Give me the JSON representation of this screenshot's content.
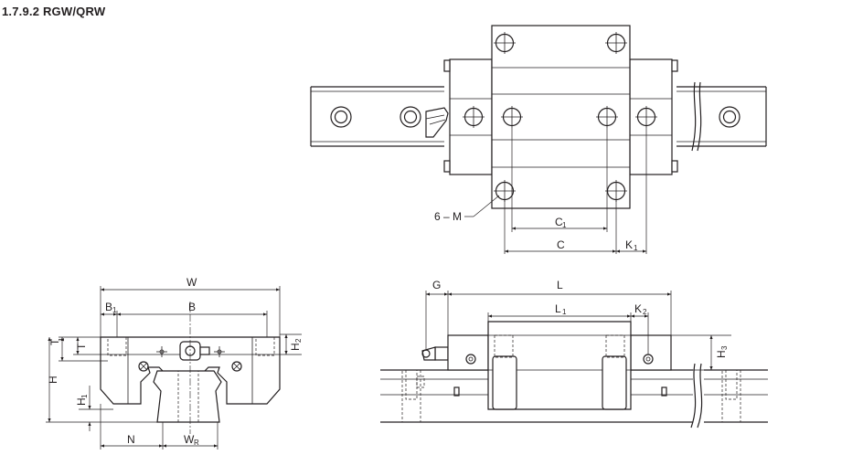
{
  "heading": "1.7.9.2 RGW/QRW",
  "labels": {
    "six_m": "6 – M",
    "c1_main": "C",
    "c1_sub": "1",
    "c": "C",
    "k1_main": "K",
    "k1_sub": "1",
    "w": "W",
    "b1_main": "B",
    "b1_sub": "1",
    "b": "B",
    "t1_main": "T",
    "t1_sub": "1",
    "t": "T",
    "h2_main": "H",
    "h2_sub": "2",
    "h": "H",
    "h1_main": "H",
    "h1_sub": "1",
    "n": "N",
    "wr_main": "W",
    "wr_sub": "R",
    "g": "G",
    "l": "L",
    "l1_main": "L",
    "l1_sub": "1",
    "k2_main": "K",
    "k2_sub": "2",
    "h3_main": "H",
    "h3_sub": "3"
  }
}
